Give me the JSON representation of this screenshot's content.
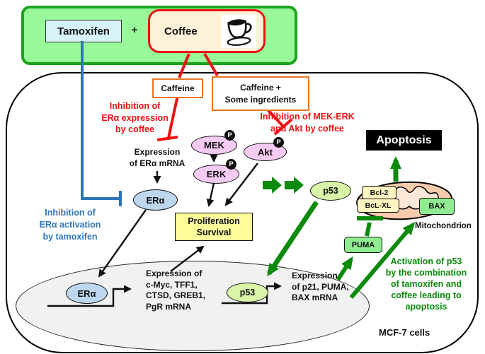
{
  "colors": {
    "inhibition_red": "#EE1111",
    "tamoxifen_blue": "#2E75B6",
    "activation_green": "#0B8A0B",
    "header_green": "#99F899",
    "mitochondrion_peach": "#F8CBAD"
  },
  "header": {
    "tamoxifen_label": "Tamoxifen",
    "plus": "+",
    "coffee_label": "Coffee"
  },
  "mediators": {
    "caffeine": "Caffeine",
    "caffeine_plus": "Caffeine +\nSome ingredients"
  },
  "annotations": {
    "inhibition_era_expression": "Inhibition of\nERα expression\nby coffee",
    "inhibition_mek_akt": "Inhibition of MEK-ERK\nand Akt by coffee",
    "inhibition_era_activation": "Inhibition of\nERα activation\nby tamoxifen",
    "activation_p53": "Activation of p53\nby the combination\nof tamoxifen and\ncoffee leading to\napoptosis"
  },
  "molecules": {
    "mek": "MEK",
    "erk": "ERK",
    "akt": "Akt",
    "phospho": "P",
    "era_cytoplasm": "ERα",
    "era_nucleus": "ERα",
    "p53_cytoplasm": "p53",
    "p53_nucleus": "p53",
    "bcl2": "Bcl-2",
    "bclxl": "BcL-XL",
    "bax": "BAX",
    "puma": "PUMA"
  },
  "processes": {
    "expression_era_mrna": "Expression\nof ERα mRNA",
    "proliferation_survival": "Proliferation\nSurvival",
    "apoptosis": "Apoptosis",
    "expression_era_targets": "Expression of\nc-Myc, TFF1,\nCTSD, GREB1,\nPgR mRNA",
    "expression_p53_targets": "Expression\nof p21, PUMA,\nBAX mRNA"
  },
  "compartments": {
    "mitochondrion_label": "Mitochondrion",
    "cell_label": "MCF-7 cells"
  }
}
